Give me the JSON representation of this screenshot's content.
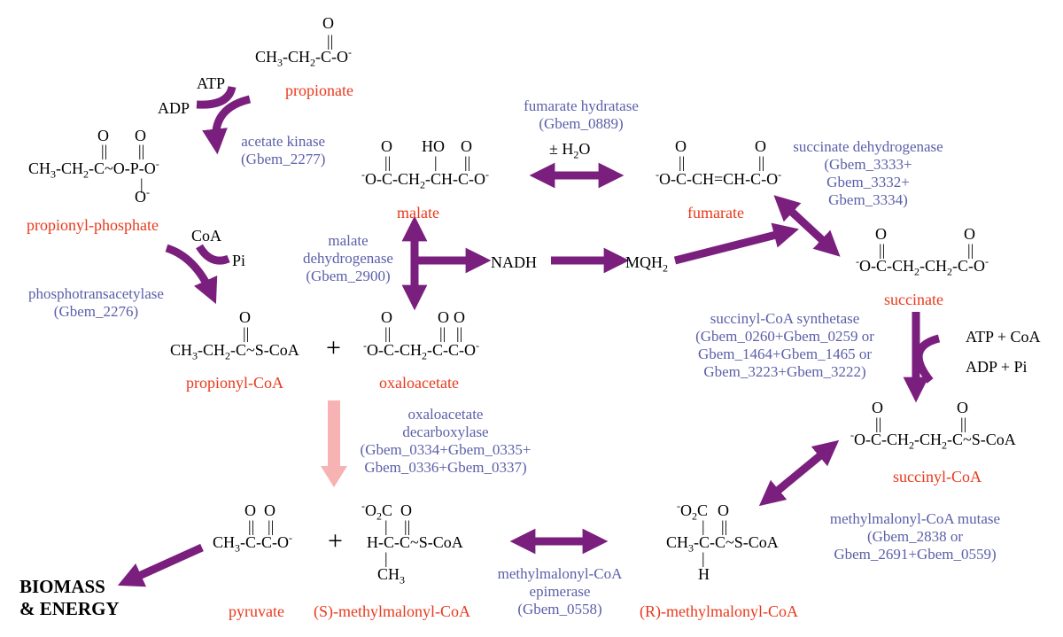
{
  "compounds": {
    "propionate": "propionate",
    "propionyl_phosphate": "propionyl-phosphate",
    "propionyl_coa": "propionyl-CoA",
    "malate": "malate",
    "oxaloacetate": "oxaloacetate",
    "fumarate": "fumarate",
    "succinate": "succinate",
    "succinyl_coa": "succinyl-CoA",
    "r_methylmalonyl_coa": "(R)-methylmalonyl-CoA",
    "s_methylmalonyl_coa": "(S)-methylmalonyl-CoA",
    "pyruvate": "pyruvate"
  },
  "enzymes": {
    "acetate_kinase": [
      "acetate kinase",
      "(Gbem_2277)"
    ],
    "phosphotransacetylase": [
      "phosphotransacetylase",
      "(Gbem_2276)"
    ],
    "malate_dehydrogenase": [
      "malate",
      "dehydrogenase",
      "(Gbem_2900)"
    ],
    "fumarate_hydratase": [
      "fumarate hydratase",
      "(Gbem_0889)"
    ],
    "succinate_dehydrogenase": [
      "succinate dehydrogenase",
      "(Gbem_3333+",
      "Gbem_3332+",
      "Gbem_3334)"
    ],
    "succinyl_coa_synthetase": [
      "succinyl-CoA synthetase",
      "(Gbem_0260+Gbem_0259 or",
      "Gbem_1464+Gbem_1465 or",
      "Gbem_3223+Gbem_3222)"
    ],
    "oxaloacetate_decarboxylase": [
      "oxaloacetate",
      "decarboxylase",
      "(Gbem_0334+Gbem_0335+",
      "Gbem_0336+Gbem_0337)"
    ],
    "methylmalonyl_coa_mutase": [
      "methylmalonyl-CoA mutase",
      "(Gbem_2838 or",
      "Gbem_2691+Gbem_0559)"
    ],
    "methylmalonyl_coa_epimerase": [
      "methylmalonyl-CoA",
      "epimerase",
      "(Gbem_0558)"
    ]
  },
  "cofactors": {
    "atp": "ATP",
    "adp": "ADP",
    "coa": "CoA",
    "pi": "Pi",
    "h2o_prefix": "± H",
    "h2o_sub": "2",
    "h2o_suffix": "O",
    "nadh": "NADH",
    "mqh_main": "MQH",
    "mqh_sub": "2",
    "atp_coa": "ATP + CoA",
    "adp_pi": "ADP + Pi"
  },
  "plus_sign": "+",
  "output": [
    "BIOMASS",
    "& ENERGY"
  ],
  "colors": {
    "arrow_purple": "#7b1f7e",
    "arrow_pink": "#f7b3b3",
    "compound_red": "#e8391d",
    "enzyme_blue": "#5b5fa8"
  }
}
